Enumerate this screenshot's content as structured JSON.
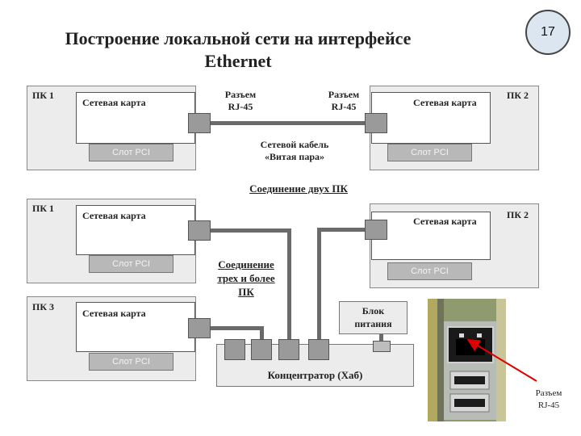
{
  "slide": {
    "title": "Построение локальной сети на интерфейсе Ethernet",
    "page_number": "17"
  },
  "top_diagram": {
    "pc_left": "ПК 1",
    "pc_right": "ПК 2",
    "card_left": "Сетевая карта",
    "card_right": "Сетевая карта",
    "slot_left": "Слот  PCI",
    "slot_right": "Слот  PCI",
    "connector_left_line1": "Разъем",
    "connector_left_line2": "RJ-45",
    "connector_right_line1": "Разъем",
    "connector_right_line2": "RJ-45",
    "cable_line1": "Сетевой кабель",
    "cable_line2": "«Витая пара»",
    "caption": "Соединение двух ПК"
  },
  "bottom_diagram": {
    "pc1": "ПК 1",
    "pc2": "ПК 2",
    "pc3": "ПК 3",
    "card1": "Сетевая карта",
    "card2": "Сетевая карта",
    "card3": "Сетевая карта",
    "slot1": "Слот  PCI",
    "slot2": "Слот  PCI",
    "slot3": "Слот  PCI",
    "caption_line1": "Соединение",
    "caption_line2": "трех и более",
    "caption_line3": "ПК",
    "psu_line1": "Блок",
    "psu_line2": "питания",
    "hub_label": "Концентратор (Хаб)"
  },
  "photo": {
    "label_line1": "Разъем",
    "label_line2": "RJ-45",
    "arrow_color": "#e00000"
  }
}
